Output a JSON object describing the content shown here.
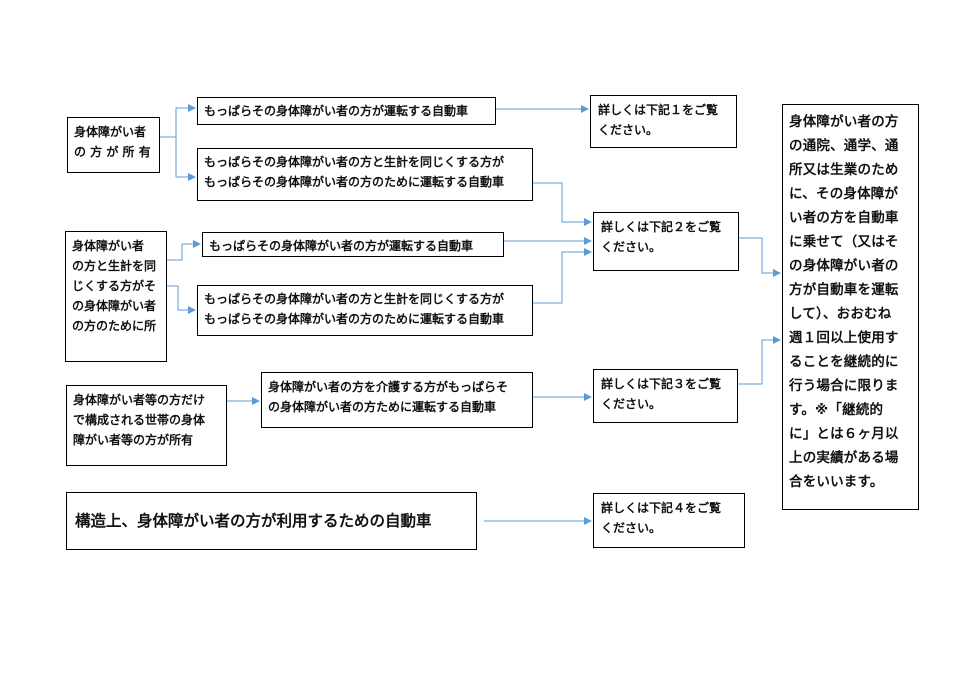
{
  "owners": {
    "self": "身体障がい者\nの 方 が 所 有",
    "family": "身体障がい者\nの方と生計を同\nじくする方がそ\nの身体障がい者\nの方のために所",
    "household": "身体障がい者等の方だけ\nで構成される世帯の身体\n障がい者等の方が所有"
  },
  "vehicles": {
    "self_drives_1": "もっぱらその身体障がい者の方が運転する自動車",
    "family_drives_1": "もっぱらその身体障がい者の方と生計を同じくする方が\nもっぱらその身体障がい者の方のために運転する自動車",
    "self_drives_2": "もっぱらその身体障がい者の方が運転する自動車",
    "family_drives_2": "もっぱらその身体障がい者の方と生計を同じくする方が\nもっぱらその身体障がい者の方のために運転する自動車",
    "caregiver_drives": "身体障がい者の方を介護する方がもっぱらそ\nの身体障がい者の方ために運転する自動車"
  },
  "structural_vehicle": "構造上、身体障がい者の方が利用するための自動車",
  "references": {
    "ref1": "詳しくは下記１をご覧\nください。",
    "ref2": "詳しくは下記２をご覧\nください。",
    "ref3": "詳しくは下記３をご覧\nください。",
    "ref4": "詳しくは下記４をご覧\nください。"
  },
  "condition": "身体障がい者の方\nの通院、通学、通\n所又は生業のため\nに、その身体障が\nい者の方を自動車\nに乗せて（又はそ\nの身体障がい者の\n方が自動車を運転\nして）、おおむね\n週１回以上使用す\nることを継続的に\n行う場合に限りま\nす。※「継続的\nに」とは６ヶ月以\n上の実績がある場\n合をいいます。",
  "colors": {
    "arrow": "#5b9bd5",
    "border": "#000000"
  }
}
